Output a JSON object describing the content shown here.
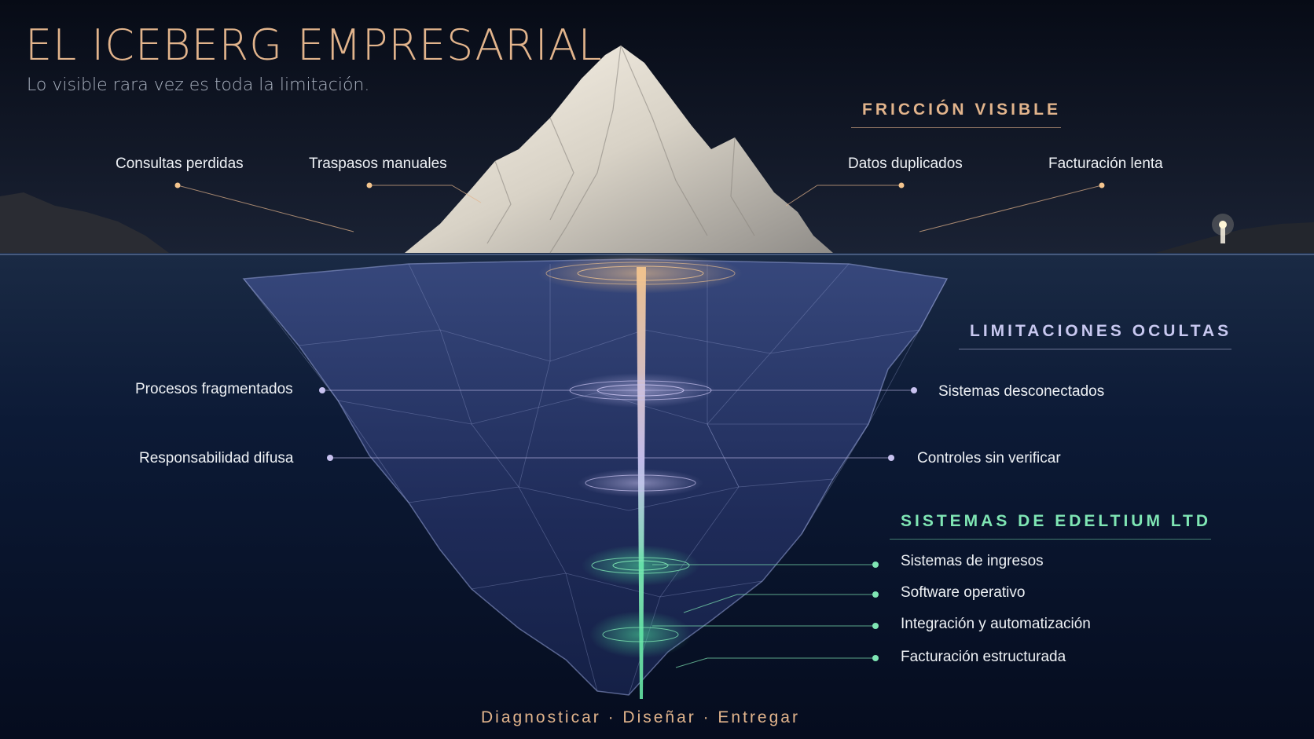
{
  "title": "EL ICEBERG EMPRESARIAL",
  "subtitle": "Lo visible rara vez es toda la limitación.",
  "colors": {
    "accent_gold": "#e2b48c",
    "accent_lavender": "#c8c8f0",
    "accent_green": "#7fe6b4",
    "sky": "#0b1120",
    "deep_water": "#061026"
  },
  "sections": {
    "visible": {
      "heading": "FRICCIÓN VISIBLE",
      "items": [
        "Consultas perdidas",
        "Traspasos manuales",
        "Datos duplicados",
        "Facturación lenta"
      ]
    },
    "hidden": {
      "heading": "LIMITACIONES OCULTAS",
      "items_left": [
        "Procesos fragmentados",
        "Responsabilidad difusa"
      ],
      "items_right": [
        "Sistemas desconectados",
        "Controles sin verificar"
      ]
    },
    "systems": {
      "heading": "SISTEMAS DE EDELTIUM LTD",
      "items": [
        "Sistemas de ingresos",
        "Software operativo",
        "Integración y automatización",
        "Facturación estructurada"
      ]
    }
  },
  "footer": "Diagnosticar · Diseñar · Entregar"
}
